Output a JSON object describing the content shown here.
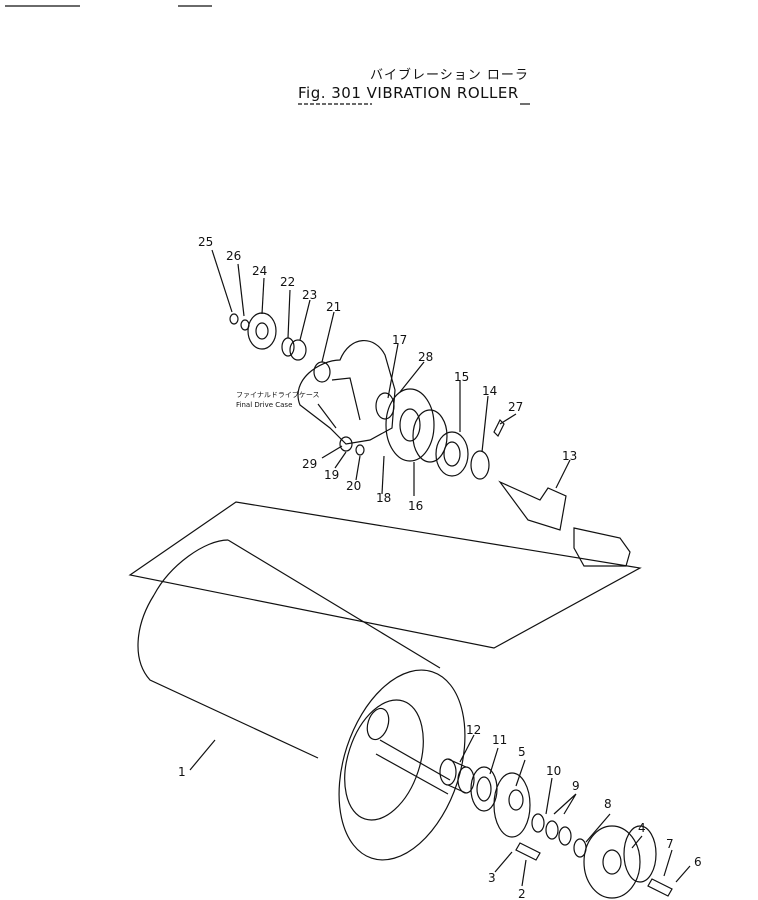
{
  "title": {
    "japanese": "バイブレーション ローラ",
    "english": "Fig. 301  VIBRATION  ROLLER"
  },
  "callouts": {
    "final_drive_case_jp": "ファイナルドライブケース",
    "final_drive_case_en": "Final Drive Case"
  },
  "parts": [
    "1",
    "2",
    "3",
    "4",
    "5",
    "6",
    "7",
    "8",
    "9",
    "10",
    "11",
    "12",
    "13",
    "14",
    "15",
    "16",
    "17",
    "18",
    "19",
    "20",
    "21",
    "22",
    "23",
    "24",
    "25",
    "26",
    "27",
    "28",
    "29"
  ]
}
